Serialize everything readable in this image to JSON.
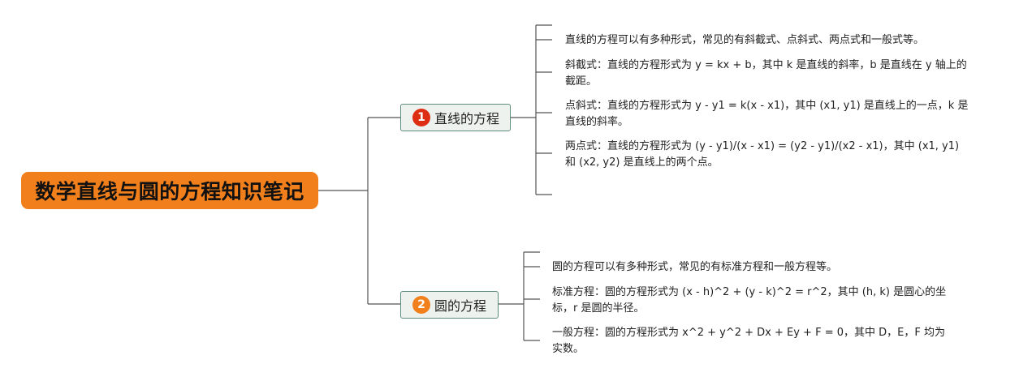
{
  "root": {
    "title": "数学直线与圆的方程知识笔记"
  },
  "branches": [
    {
      "number": "1",
      "label": "直线的方程",
      "items": [
        "直线的方程可以有多种形式，常见的有斜截式、点斜式、两点式和一般式等。",
        "斜截式：直线的方程形式为 y = kx + b，其中 k 是直线的斜率，b 是直线在 y 轴上的截距。",
        "点斜式：直线的方程形式为 y - y1 = k(x - x1)，其中 (x1, y1) 是直线上的一点，k 是直线的斜率。",
        "两点式：直线的方程形式为 (y - y1)/(x - x1) = (y2 - y1)/(x2 - x1)，其中 (x1, y1) 和 (x2, y2) 是直线上的两个点。"
      ]
    },
    {
      "number": "2",
      "label": "圆的方程",
      "items": [
        "圆的方程可以有多种形式，常见的有标准方程和一般方程等。",
        "标准方程：圆的方程形式为 (x - h)^2 + (y - k)^2 = r^2，其中 (h, k) 是圆心的坐标，r 是圆的半径。",
        "一般方程：圆的方程形式为 x^2 + y^2 + Dx + Ey + F = 0，其中 D，E，F 均为实数。"
      ]
    }
  ],
  "colors": {
    "root_fill": "#f07f1c",
    "branch1_badge": "#dd2d12",
    "branch2_badge": "#f07f1c",
    "branch_border": "#5e8c7d",
    "connector": "#555555"
  }
}
